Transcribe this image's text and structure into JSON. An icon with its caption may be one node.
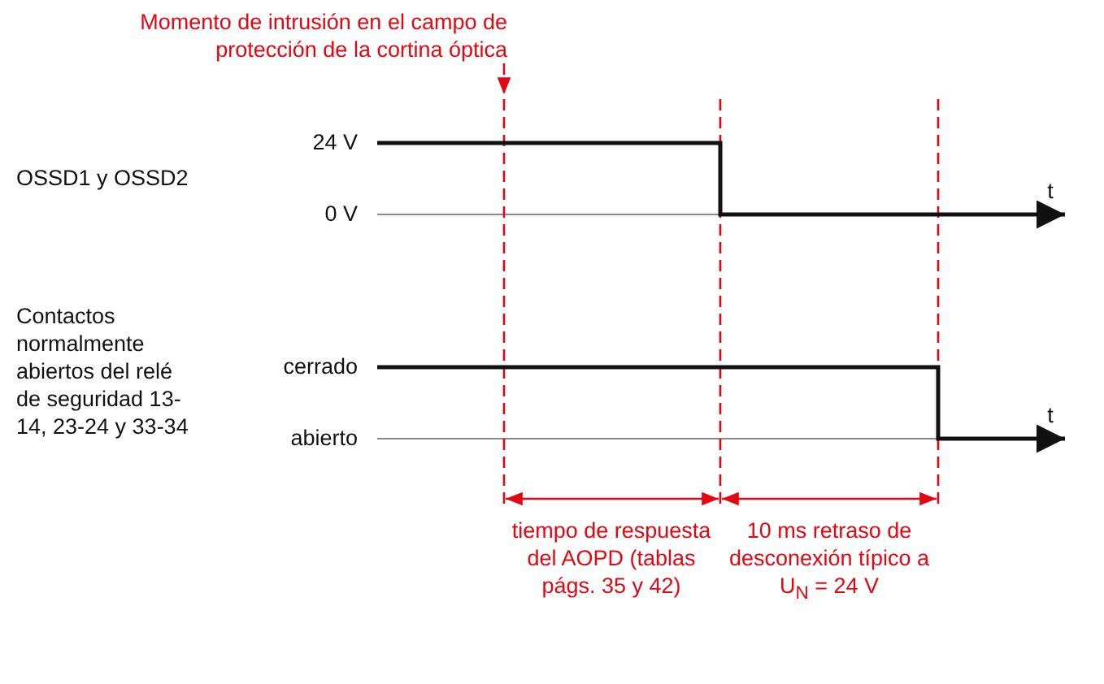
{
  "diagram": {
    "nodes": [
      {
        "text": [
          "Momento de intrusión en el campo de protección de la cortina óptica"
        ]
      },
      {
        "text": [],
        "shape": "line"
      }
    ],
    "edges": [
      {
        "from": 0,
        "to": 1,
        "arrow": "to",
        "style": "dashed"
      }
    ],
    "labels": [
      "24 V",
      "OSSD1 y OSSD2",
      "t",
      "0 V",
      "Contactos normalmente abiertos del relé de seguridad 13-14, 23-24 y 33-34",
      "cerrado",
      "t",
      "abierto",
      "tiempo de respuesta del AOPD (tablas págs. 35 y 42)",
      "10 ms retraso de desconexión típico a U$_{N}$ = 24 V"
    ]
  }
}
